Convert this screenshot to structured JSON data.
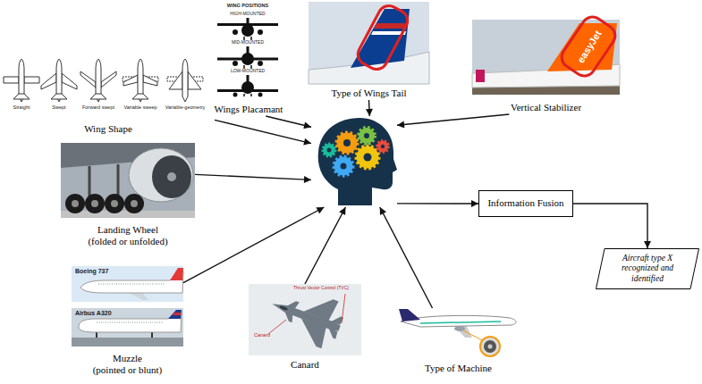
{
  "diagram": {
    "nodes": [
      {
        "text": [
          "Wing Shape"
        ]
      },
      {
        "text": [
          "Wings Placamant"
        ]
      },
      {
        "text": [
          "Type of Wings Tail"
        ]
      },
      {
        "text": [
          "Vertical Stabilizer"
        ]
      },
      {
        "text": []
      },
      {
        "text": [
          "Landing Wheel",
          "(folded or unfolded)"
        ]
      },
      {
        "text": [
          "Muzzle",
          "(pointed or blunt)"
        ]
      },
      {
        "text": [
          "Canard"
        ]
      },
      {
        "text": [
          "Type of Machine"
        ]
      },
      {
        "text": [
          "Information Fusion"
        ]
      },
      {
        "text": [
          "Aircraft type X recognized and identified"
        ]
      }
    ],
    "edges": [
      {
        "from": 0,
        "to": 4,
        "arrow": "to"
      },
      {
        "from": 1,
        "to": 4,
        "arrow": "to"
      },
      {
        "from": 2,
        "to": 4,
        "arrow": "to"
      },
      {
        "from": 3,
        "to": 4,
        "arrow": "to"
      },
      {
        "from": 5,
        "to": 4,
        "arrow": "to"
      },
      {
        "from": 6,
        "to": 4,
        "arrow": "to"
      },
      {
        "from": 7,
        "to": 4,
        "arrow": "to"
      },
      {
        "from": 8,
        "to": 4,
        "arrow": "to"
      },
      {
        "from": 4,
        "to": 9,
        "arrow": "to"
      },
      {
        "from": 9,
        "to": 10,
        "arrow": "to"
      }
    ],
    "labels": [
      "Straight",
      "Swept",
      "Forward swept",
      "Variable sweep",
      "Variable-geometry",
      "WING POSITIONS",
      "HIGH-MOUNTED",
      "MID-MOUNTED",
      "LOW-MOUNTED",
      "easyJet",
      "Boeing 737",
      "Airbus A320",
      "Canard",
      "Thrust Vector Control (TVC)"
    ]
  }
}
